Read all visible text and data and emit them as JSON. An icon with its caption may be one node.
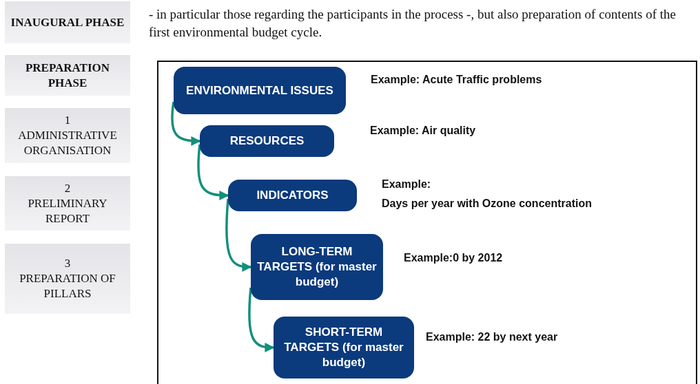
{
  "diagram": {
    "nodes": [
      {
        "text": [
          "INAUGURAL PHASE"
        ]
      },
      {
        "text": [
          "PREPARATION PHASE"
        ]
      },
      {
        "text": [
          "1",
          "ADMINISTRATIVE ORGANISATION"
        ]
      },
      {
        "text": [
          "2",
          "PRELIMINARY REPORT"
        ]
      },
      {
        "text": [
          "3",
          "PREPARATION OF PILLARS"
        ]
      },
      {
        "text": [
          "ENVIRONMENTAL ISSUES"
        ],
        "beside": [
          "Example: Acute Traffic problems"
        ]
      },
      {
        "text": [
          "RESOURCES"
        ],
        "beside": [
          "Example: Air quality"
        ]
      },
      {
        "text": [
          "INDICATORS"
        ],
        "beside": [
          "Example:",
          "Days per year with Ozone concentration"
        ]
      },
      {
        "text": [
          "LONG-TERM TARGETS (for master budget)"
        ],
        "beside": [
          "Example:0 by 2012"
        ]
      },
      {
        "text": [
          "SHORT-TERM TARGETS (for master budget)"
        ],
        "beside": [
          "Example: 22 by next year"
        ]
      }
    ],
    "edges": [
      {
        "from": 5,
        "to": 6,
        "arrow": "to"
      },
      {
        "from": 6,
        "to": 7,
        "arrow": "to"
      },
      {
        "from": 7,
        "to": 8,
        "arrow": "to"
      },
      {
        "from": 8,
        "to": 9,
        "arrow": "to"
      }
    ],
    "labels": [
      "- in particular those regarding the participants in the process -, but also preparation of contents of the first environmental budget cycle."
    ]
  }
}
